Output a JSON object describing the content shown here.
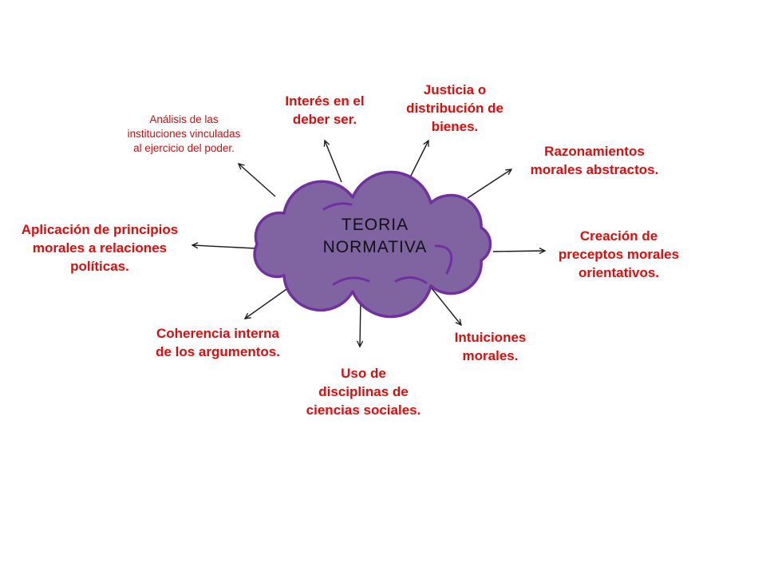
{
  "diagram": {
    "type": "mind-map",
    "center": {
      "title_lines": [
        "TEORIA",
        "NORMATIVA"
      ],
      "shape": "cloud"
    },
    "labels": [
      {
        "id": "analisis",
        "lines": [
          "Análisis de las",
          "instituciones vinculadas",
          "al ejercicio del poder."
        ]
      },
      {
        "id": "interes",
        "lines": [
          "Interés en el",
          "deber ser."
        ]
      },
      {
        "id": "justicia",
        "lines": [
          "Justicia o",
          "distribución de",
          "bienes."
        ]
      },
      {
        "id": "razonamientos",
        "lines": [
          "Razonamientos",
          "morales abstractos."
        ]
      },
      {
        "id": "creacion",
        "lines": [
          "Creación de",
          "preceptos morales",
          "orientativos."
        ]
      },
      {
        "id": "intuiciones",
        "lines": [
          "Intuiciones",
          "morales."
        ]
      },
      {
        "id": "uso",
        "lines": [
          "Uso de",
          "disciplinas de",
          "ciencias sociales."
        ]
      },
      {
        "id": "coherencia",
        "lines": [
          "Coherencia interna",
          "de los argumentos."
        ]
      },
      {
        "id": "aplicacion",
        "lines": [
          "Aplicación de principios",
          "morales a relaciones",
          "políticas."
        ]
      }
    ],
    "colors": {
      "label_red": "#e00b0b",
      "small_label_red": "#cf0d0d",
      "cloud_fill": "#8064A2",
      "cloud_border": "#7030A0",
      "arrow_black": "#1a1a1a",
      "title_black": "#111111",
      "background": "#ffffff"
    }
  }
}
